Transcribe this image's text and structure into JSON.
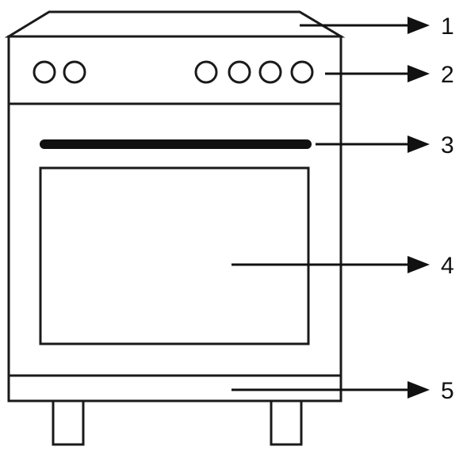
{
  "diagram": {
    "subject": "range-cooker",
    "callouts": [
      {
        "number": "1",
        "part": "cooktop"
      },
      {
        "number": "2",
        "part": "control-panel"
      },
      {
        "number": "3",
        "part": "door-handle"
      },
      {
        "number": "4",
        "part": "oven-door-window"
      },
      {
        "number": "5",
        "part": "plinth"
      }
    ],
    "knobs": {
      "left_group_count": 2,
      "right_group_count": 4
    },
    "colors": {
      "line": "#1a1a1a",
      "fill": "#ffffff",
      "handle": "#111111"
    }
  }
}
